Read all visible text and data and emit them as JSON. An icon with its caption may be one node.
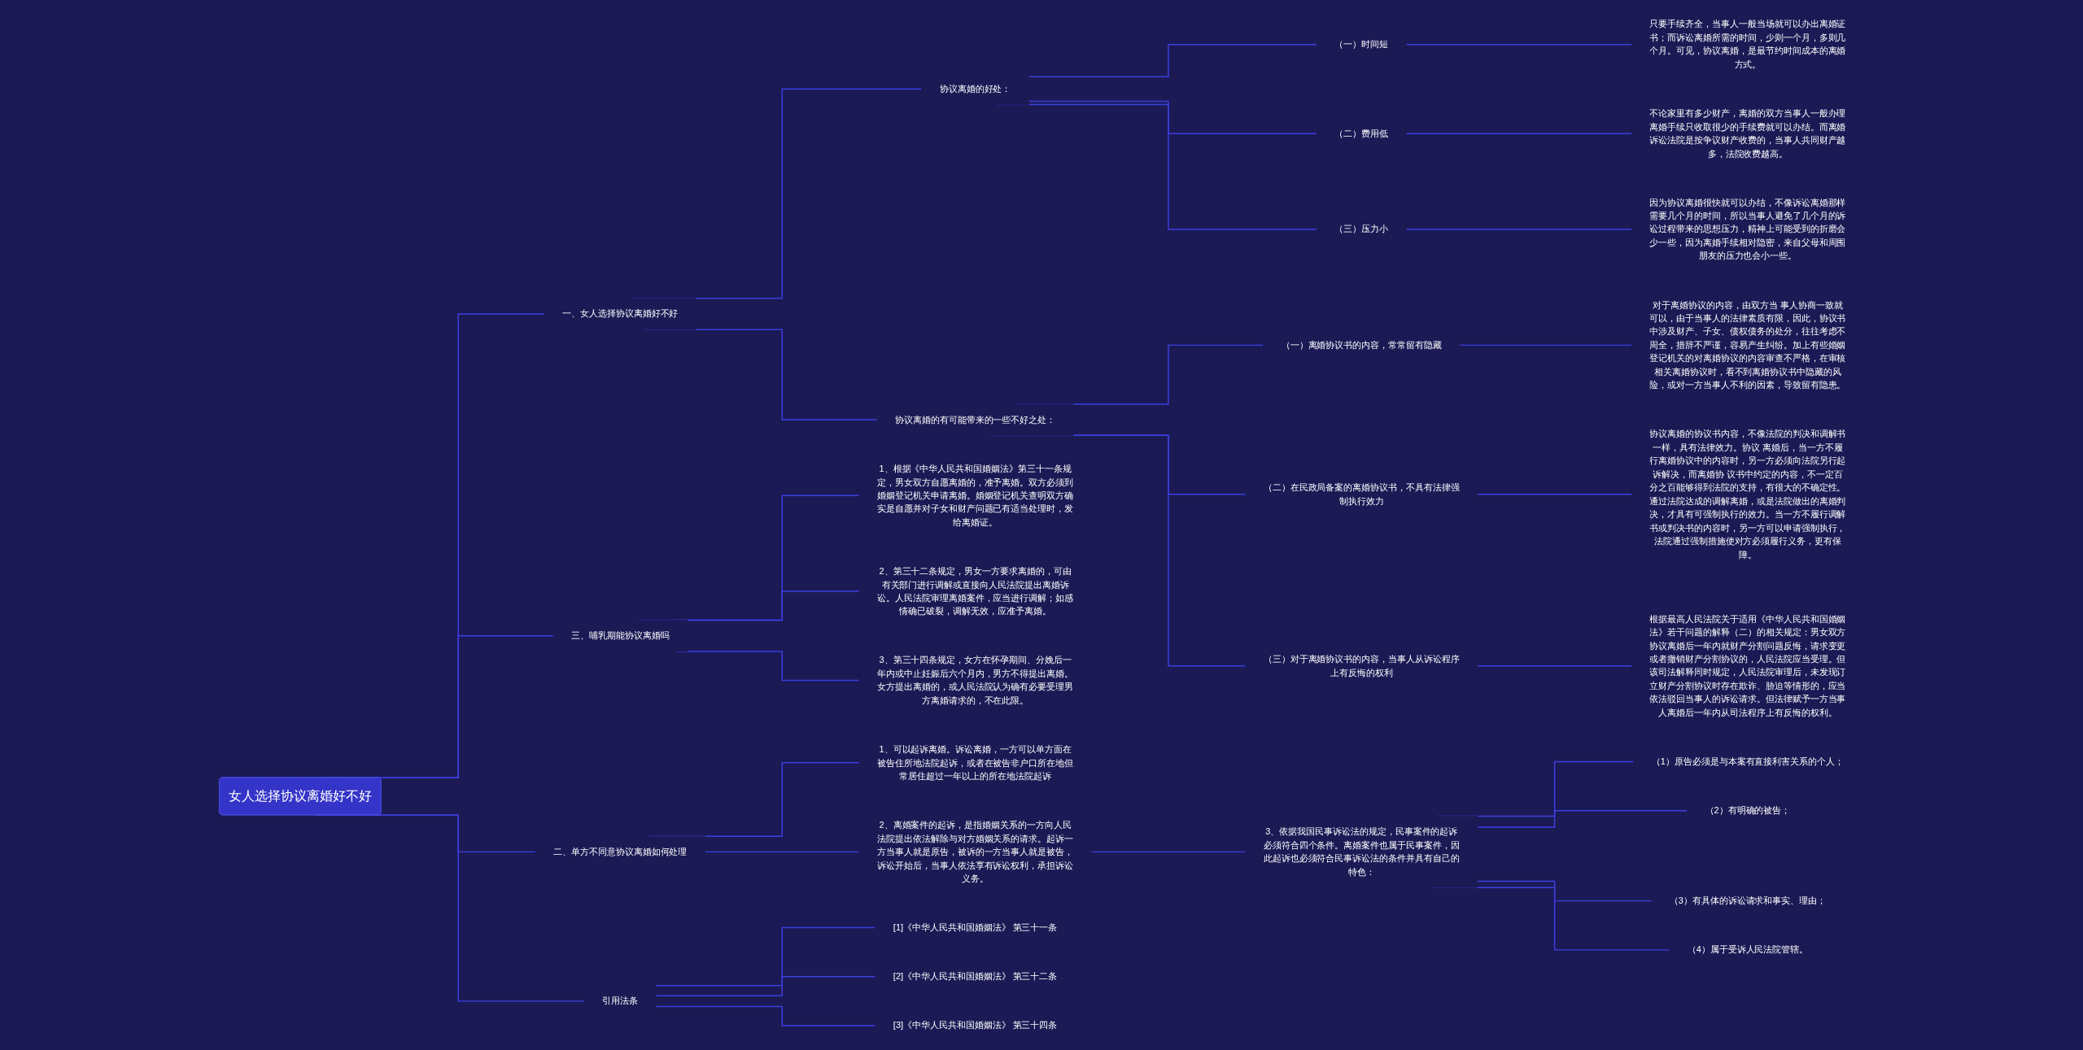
{
  "diagram": {
    "nodes": [
      {
        "text": [
          "女人选择协议离婚好不好"
        ]
      },
      {
        "text": [
          "一、女人选择协议离婚好不好"
        ]
      },
      {
        "text": [
          "协议离婚的好处："
        ]
      },
      {
        "text": [
          "（一）时间短"
        ]
      },
      {
        "text": [
          "只要手续齐全，当事人一般当场就可以办出离婚证书；而诉讼离婚所需的时间，少则一个月，多则几个月。可见，协议离婚，是最节约时间成本的离婚方式。"
        ]
      },
      {
        "text": [
          "（二）费用低"
        ]
      },
      {
        "text": [
          "不论家里有多少财产，离婚的双方当事人一般办理离婚手续只收取很少的手续费就可以办结。而离婚诉讼法院是按争议财产收费的，当事人共同财产越多，法院收费越高。"
        ]
      },
      {
        "text": [
          "（三）压力小"
        ]
      },
      {
        "text": [
          "因为协议离婚很快就可以办结，不像诉讼离婚那样需要几个月的时间，所以当事人避免了几个月的诉讼过程带来的思想压力，精神上可能受到的折磨会少一些，因为离婚手续相对隐密，来自父母和周围朋友的压力也会小一些。"
        ]
      },
      {
        "text": [
          "协议离婚的有可能带来的一些不好之处："
        ]
      },
      {
        "text": [
          "（一）离婚协议书的内容，常常留有隐藏"
        ]
      },
      {
        "text": [
          "对于离婚协议的内容，由双方当 事人协商一致就可以，由于当事人的法律素质有限，因此，协议书中涉及财产、子女、债权债务的处分，往往考虑不周全，措辞不严谨，容易产生纠纷。加上有些婚姻登记机关的对离婚协议的内容审查不严格，在审核相关离婚协议时，看不到离婚协议书中隐藏的风险，或对一方当事人不利的因素，导致留有隐患。"
        ]
      },
      {
        "text": [
          "（二）在民政局备案的离婚协议书，不具有法律强制执行效力"
        ]
      },
      {
        "text": [
          "协议离婚的协议书内容，不像法院的判决和调解书一样，具有法律效力。协议 离婚后，当一方不履行离婚协议中的内容时，另一方必须向法院另行起诉解决，而离婚协 议书中约定的内容，不一定百分之百能够得到法院的支持，有很大的不确定性。通过法院达成的调解离婚，或是法院做出的离婚判决，才具有可强制执行的效力。当一方不履行调解书或判决书的内容时，另一方可以申请强制执行，法院通过强制措施使对方必须履行义务，更有保障。"
        ]
      },
      {
        "text": [
          "（三）对于离婚协议书的内容，当事人从诉讼程序上有反悔的权利"
        ]
      },
      {
        "text": [
          "根据最高人民法院关于适用《中华人民共和国婚姻法》若干问题的解释（二）的相关规定：男女双方协议离婚后一年内就财产分割问题反悔，请求变更或者撤销财产分割协议的，人民法院应当受理。但该司法解释同时规定，人民法院审理后，未发现订立财产分割协议时存在欺诈、胁迫等情形的，应当依法驳回当事人的诉讼请求。但法律赋予一方当事人离婚后一年内从司法程序上有反悔的权利。"
        ]
      },
      {
        "text": [
          "三、哺乳期能协议离婚吗"
        ]
      },
      {
        "text": [
          "1、根据《中华人民共和国婚姻法》第三十一条规定，男女双方自愿离婚的，准予离婚。双方必须到婚姻登记机关申请离婚。婚姻登记机关查明双方确实是自愿并对子女和财产问题已有适当处理时，发给离婚证。"
        ]
      },
      {
        "text": [
          "2、第三十二条规定，男女一方要求离婚的，可由有关部门进行调解或直接向人民法院提出离婚诉讼。人民法院审理离婚案件，应当进行调解；如感情确已破裂，调解无效，应准予离婚。"
        ]
      },
      {
        "text": [
          "3、第三十四条规定，女方在怀孕期间、分娩后一年内或中止妊娠后六个月内，男方不得提出离婚。女方提出离婚的，或人民法院认为确有必要受理男方离婚请求的，不在此限。"
        ]
      },
      {
        "text": [
          "二、单方不同意协议离婚如何处理"
        ]
      },
      {
        "text": [
          "1、可以起诉离婚。诉讼离婚，一方可以单方面在被告住所地法院起诉，或者在被告非户口所在地但常居住超过一年以上的所在地法院起诉"
        ]
      },
      {
        "text": [
          "2、离婚案件的起诉，是指婚姻关系的一方向人民法院提出依法解除与对方婚姻关系的请求。起诉一方当事人就是原告，被诉的一方当事人就是被告，诉讼开始后，当事人依法享有诉讼权利，承担诉讼义务。"
        ]
      },
      {
        "text": [
          "3、依据我国民事诉讼法的规定，民事案件的起诉必须符合四个条件。离婚案件也属于民事案件，因此起诉也必须符合民事诉讼法的条件并具有自己的特色："
        ]
      },
      {
        "text": [
          "（1）原告必须是与本案有直接利害关系的个人；"
        ]
      },
      {
        "text": [
          "（2）有明确的被告；"
        ]
      },
      {
        "text": [
          "（3）有具体的诉讼请求和事实、理由；"
        ]
      },
      {
        "text": [
          "（4）属于受诉人民法院管辖。"
        ]
      },
      {
        "text": [
          "引用法条"
        ]
      },
      {
        "text": [
          "[1]《中华人民共和国婚姻法》 第三十一条"
        ]
      },
      {
        "text": [
          "[2]《中华人民共和国婚姻法》 第三十二条"
        ]
      },
      {
        "text": [
          "[3]《中华人民共和国婚姻法》 第三十四条"
        ]
      }
    ],
    "edges": [
      {
        "from": 0,
        "to": 1,
        "arrow": "none"
      },
      {
        "from": 1,
        "to": 2,
        "arrow": "none"
      },
      {
        "from": 2,
        "to": 3,
        "arrow": "none"
      },
      {
        "from": 3,
        "to": 4,
        "arrow": "none"
      },
      {
        "from": 2,
        "to": 5,
        "arrow": "none"
      },
      {
        "from": 5,
        "to": 6,
        "arrow": "none"
      },
      {
        "from": 2,
        "to": 7,
        "arrow": "none"
      },
      {
        "from": 7,
        "to": 8,
        "arrow": "none"
      },
      {
        "from": 1,
        "to": 9,
        "arrow": "none"
      },
      {
        "from": 9,
        "to": 10,
        "arrow": "none"
      },
      {
        "from": 10,
        "to": 11,
        "arrow": "none"
      },
      {
        "from": 9,
        "to": 12,
        "arrow": "none"
      },
      {
        "from": 12,
        "to": 13,
        "arrow": "none"
      },
      {
        "from": 9,
        "to": 14,
        "arrow": "none"
      },
      {
        "from": 14,
        "to": 15,
        "arrow": "none"
      },
      {
        "from": 0,
        "to": 16,
        "arrow": "none"
      },
      {
        "from": 16,
        "to": 17,
        "arrow": "none"
      },
      {
        "from": 16,
        "to": 18,
        "arrow": "none"
      },
      {
        "from": 16,
        "to": 19,
        "arrow": "none"
      },
      {
        "from": 0,
        "to": 20,
        "arrow": "none"
      },
      {
        "from": 20,
        "to": 21,
        "arrow": "none"
      },
      {
        "from": 20,
        "to": 22,
        "arrow": "none"
      },
      {
        "from": 22,
        "to": 23,
        "arrow": "none"
      },
      {
        "from": 23,
        "to": 24,
        "arrow": "none"
      },
      {
        "from": 23,
        "to": 25,
        "arrow": "none"
      },
      {
        "from": 23,
        "to": 26,
        "arrow": "none"
      },
      {
        "from": 23,
        "to": 27,
        "arrow": "none"
      },
      {
        "from": 0,
        "to": 28,
        "arrow": "none"
      },
      {
        "from": 28,
        "to": 29,
        "arrow": "none"
      },
      {
        "from": 28,
        "to": 30,
        "arrow": "none"
      },
      {
        "from": 28,
        "to": 31,
        "arrow": "none"
      }
    ]
  }
}
